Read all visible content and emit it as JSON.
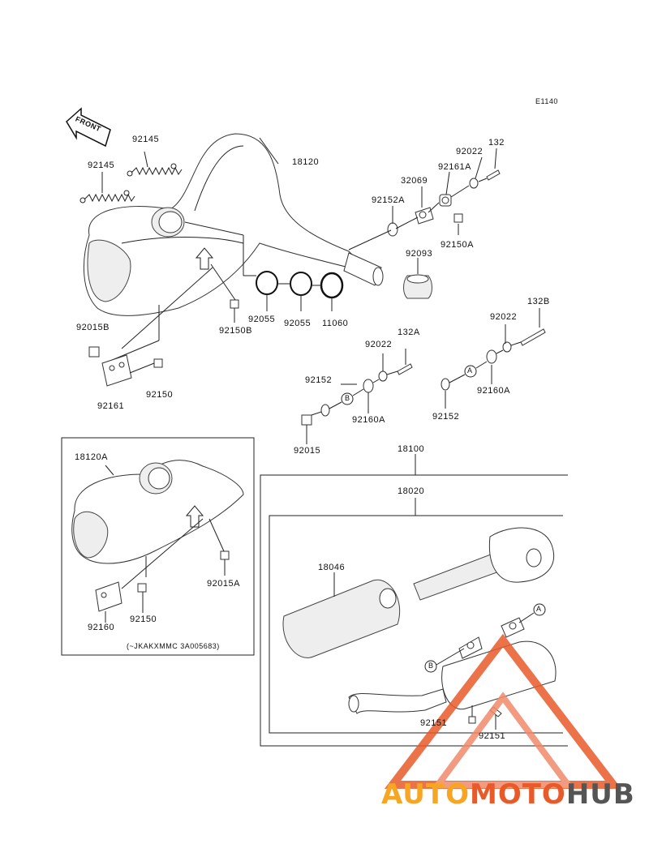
{
  "diagram_code": "E1140",
  "front_label": "FRONT",
  "inset_note": "(~JKAKXMMC 3A005683)",
  "watermark": {
    "auto": "AUTO",
    "moto": "MOTO",
    "hub": "HUB"
  },
  "circle_a": "A",
  "circle_b": "B",
  "part_numbers": {
    "p92145_top": "92145",
    "p92145_left": "92145",
    "p18120": "18120",
    "p132": "132",
    "p92022_top": "92022",
    "p92161A": "92161A",
    "p32069": "32069",
    "p92152A": "92152A",
    "p92150A": "92150A",
    "p92093": "92093",
    "p92055_a": "92055",
    "p92055_b": "92055",
    "p11060": "11060",
    "p92150B": "92150B",
    "p92015B": "92015B",
    "p92161": "92161",
    "p92150_main": "92150",
    "p132A": "132A",
    "p92022_mid": "92022",
    "p92152_mid": "92152",
    "p92160A_mid": "92160A",
    "p92015": "92015",
    "p132B": "132B",
    "p92022_right": "92022",
    "p92160A_right": "92160A",
    "p92152_right": "92152",
    "p18120A": "18120A",
    "p92015A": "92015A",
    "p92160": "92160",
    "p92150_inset": "92150",
    "p18100": "18100",
    "p18020": "18020",
    "p18046": "18046",
    "p92151_a": "92151",
    "p92151_b": "92151"
  }
}
